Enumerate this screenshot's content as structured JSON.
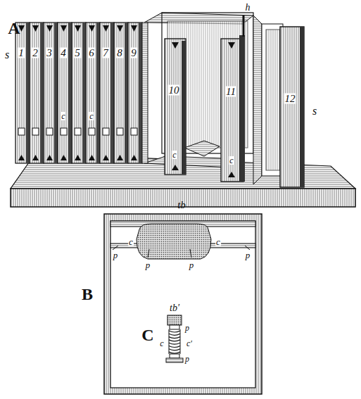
{
  "diagram": {
    "labels": [
      "A",
      "s",
      "1",
      "2",
      "3",
      "4",
      "5",
      "6",
      "7",
      "8",
      "9",
      "c",
      "c",
      "10",
      "c",
      "h",
      "11",
      "c",
      "12",
      "s",
      "B",
      "tb",
      "c",
      "c",
      "p",
      "p",
      "p",
      "p",
      "C",
      "tb′",
      "p",
      "c",
      "c′",
      "p"
    ]
  }
}
